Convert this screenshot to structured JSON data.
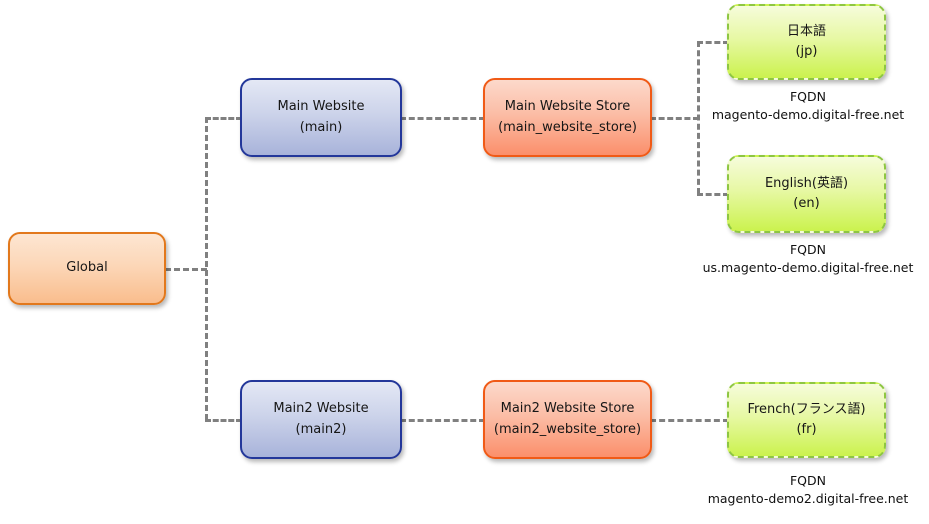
{
  "diagram": {
    "title": "Magento multi-store hierarchy",
    "background_color": "#ffffff",
    "connector_color": "#808080"
  },
  "nodes": {
    "global": {
      "line1": "Global",
      "line2": "",
      "color_border": "#e2781c",
      "color_fill_top": "#fde6d2",
      "color_fill_bottom": "#f9bd8d"
    },
    "main_website": {
      "line1": "Main Website",
      "line2": "(main)",
      "color_border": "#23379a",
      "color_fill_top": "#e4e8f5",
      "color_fill_bottom": "#a8b3da"
    },
    "main_website_store": {
      "line1": "Main Website Store",
      "line2": "(main_website_store)",
      "color_border": "#f05a16",
      "color_fill_top": "#fcd9cb",
      "color_fill_bottom": "#fb8f6b"
    },
    "store_view_jp": {
      "line1": "日本語",
      "line2": "(jp)",
      "color_border": "#8ec642",
      "color_fill_top": "#f6fcdb",
      "color_fill_bottom": "#cbf24e"
    },
    "store_view_en": {
      "line1": "English(英語)",
      "line2": "(en)",
      "color_border": "#8ec642",
      "color_fill_top": "#f6fcdb",
      "color_fill_bottom": "#cbf24e"
    },
    "main2_website": {
      "line1": "Main2 Website",
      "line2": "(main2)",
      "color_border": "#23379a",
      "color_fill_top": "#e4e8f5",
      "color_fill_bottom": "#a8b3da"
    },
    "main2_website_store": {
      "line1": "Main2 Website Store",
      "line2": "(main2_website_store)",
      "color_border": "#f05a16",
      "color_fill_top": "#fcd9cb",
      "color_fill_bottom": "#fb8f6b"
    },
    "store_view_fr": {
      "line1": "French(フランス語)",
      "line2": "(fr)",
      "color_border": "#8ec642",
      "color_fill_top": "#f6fcdb",
      "color_fill_bottom": "#cbf24e"
    }
  },
  "fqdns": {
    "jp": {
      "label": "FQDN",
      "value": "magento-demo.digital-free.net"
    },
    "en": {
      "label": "FQDN",
      "value": "us.magento-demo.digital-free.net"
    },
    "fr": {
      "label": "FQDN",
      "value": "magento-demo2.digital-free.net"
    }
  }
}
